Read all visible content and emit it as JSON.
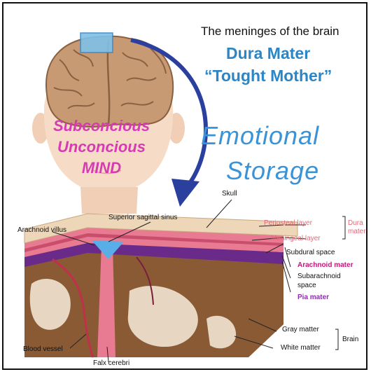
{
  "header": {
    "line1": "The meninges of the brain",
    "line2": "Dura Mater",
    "line3": "“Tought Mother”"
  },
  "head_text": {
    "line1": "Subconcious",
    "line2": "Unconcious",
    "line3": "MIND"
  },
  "emotional": {
    "line1": "Emotional",
    "line2": "Storage"
  },
  "labels": {
    "skull": "Skull",
    "superior_sagittal_sinus": "Superior sagittal sinus",
    "arachnoid_villus": "Arachnoid villus",
    "periosteal_layer": "Periosteal layer",
    "meningeal_layer": "Meningeal layer",
    "dura_mater_l1": "Dura",
    "dura_mater_l2": "mater",
    "subdural_space": "Subdural space",
    "arachnoid_mater": "Arachnoid mater",
    "subarachnoid_l1": "Subarachnoid",
    "subarachnoid_l2": "space",
    "pia_mater": "Pia mater",
    "gray_matter": "Gray matter",
    "white_matter": "White matter",
    "brain": "Brain",
    "blood_vessel": "Blood vessel",
    "falx_cerebri": "Falx cerebri"
  },
  "colors": {
    "title_blue": "#2a86c6",
    "emotional_blue": "#3a93d6",
    "mind_pink": "#d63bb3",
    "dura_pink": "#e06a7a",
    "arachnoid": "#c2187a",
    "pia": "#8b2fa8",
    "arrow": "#2a3f9e",
    "skin": "#f6dcc7",
    "brain": "#c89a74",
    "bone": "#eed6b8",
    "gray_matter": "#8a5a35",
    "white_matter": "#e7d6c2"
  }
}
